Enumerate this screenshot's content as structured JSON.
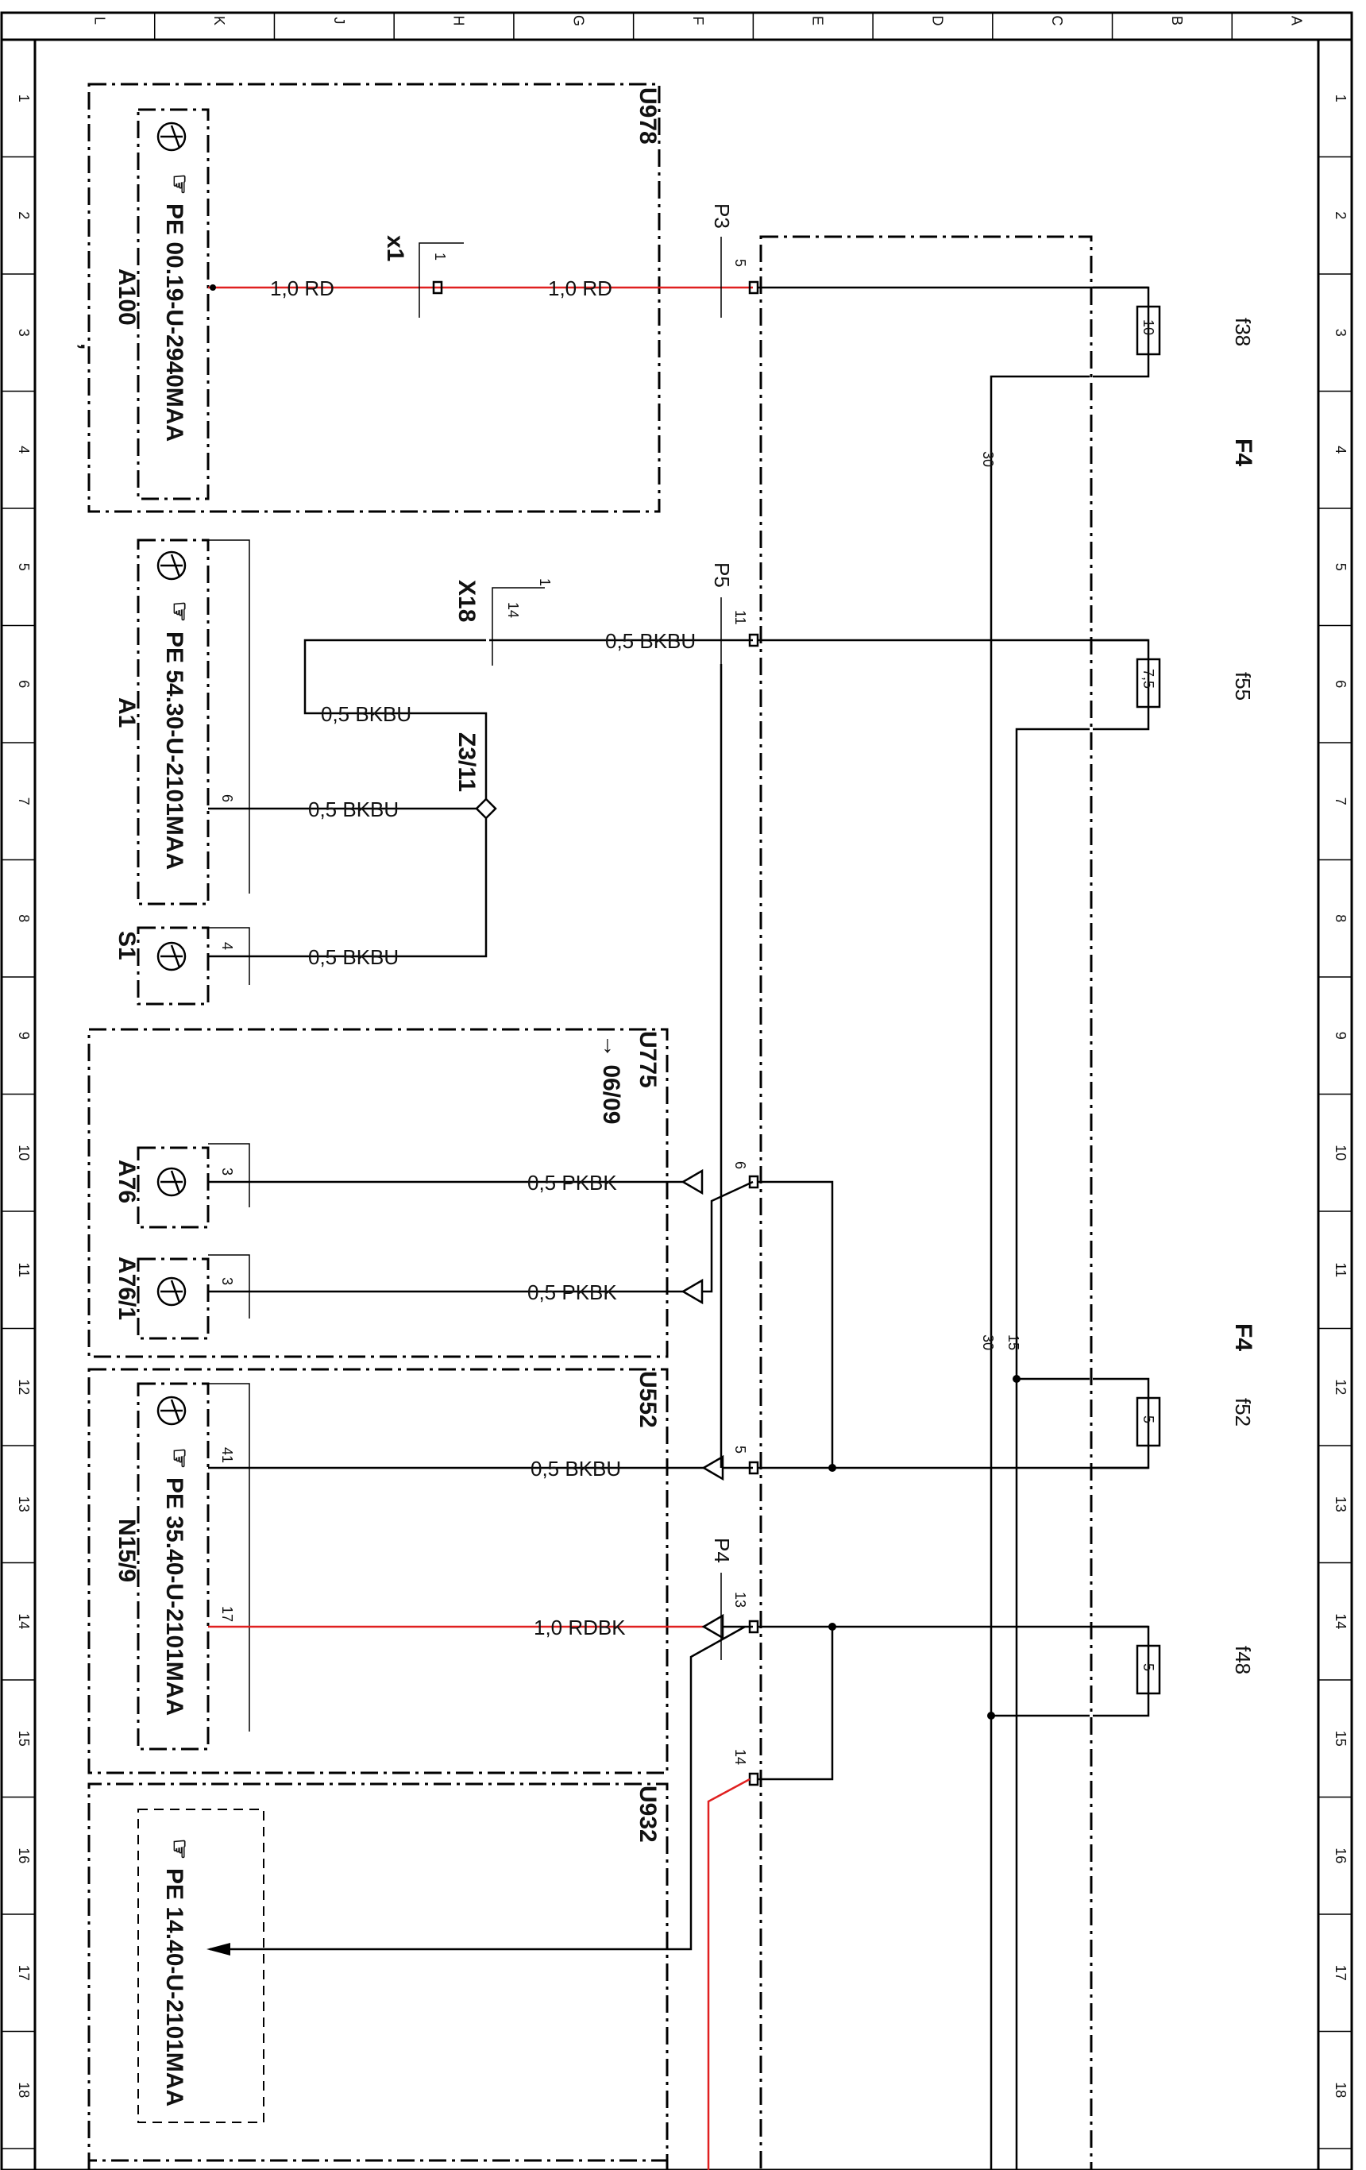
{
  "grid": {
    "top_letters": [
      "L",
      "K",
      "J",
      "H",
      "G",
      "F",
      "E",
      "D",
      "C",
      "B",
      "A"
    ],
    "side_numbers": [
      "1",
      "2",
      "3",
      "4",
      "5",
      "6",
      "7",
      "8",
      "9",
      "10",
      "11",
      "12",
      "13",
      "14",
      "15",
      "16",
      "17",
      "18"
    ]
  },
  "modules": {
    "u978": "U978",
    "u775": "U775",
    "u775_ref": "→ 06/09",
    "u552": "U552",
    "u932": "U932"
  },
  "components": {
    "a100": {
      "ref": "A100",
      "doc": "PE 00.19-U-2940MAA",
      "extra": ","
    },
    "a1": {
      "ref": "A1",
      "doc": "PE 54.30-U-2101MAA"
    },
    "s1": {
      "ref": "S1"
    },
    "a76": {
      "ref": "A76"
    },
    "a76_1": {
      "ref": "A76/1"
    },
    "n15_9": {
      "ref": "N15/9",
      "doc": "PE 35.40-U-2101MAA"
    },
    "u932_box": {
      "doc": "PE 14.40-U-2101MAA"
    }
  },
  "connectors": {
    "x1": "x1",
    "x1_pin": "1",
    "x18": "X18",
    "x18_pin": "14",
    "x18_top": "1",
    "z3_11": "Z3/11",
    "p3": "P3",
    "p5": "P5",
    "p4": "P4"
  },
  "pins": {
    "p3_5": "5",
    "p5_11": "11",
    "e_6": "6",
    "e_5": "5",
    "p4_13": "13",
    "p4_14": "14",
    "a1_6": "6",
    "s1_4": "4",
    "a76_3": "3",
    "a76_1_3": "3",
    "n15_41": "41",
    "n15_17": "17"
  },
  "wires": {
    "w1": "1,0 RD",
    "w2": "1,0 RD",
    "w3": "0,5 BKBU",
    "w4": "0,5 BKBU",
    "w5": "0,5 BKBU",
    "w6": "0,5 BKBU",
    "w7": "0,5 PKBK",
    "w8": "0,5 PKBK",
    "w9": "0,5 BKBU",
    "w10": "1,0 RDBK"
  },
  "fuses": {
    "group1": "F4",
    "group2": "F4",
    "f38": "f38",
    "f38_val": "10",
    "f55": "f55",
    "f55_val": "7,5",
    "f52": "f52",
    "f52_val": "5",
    "f48": "f48",
    "f48_val": "5"
  },
  "rails": {
    "r30_top": "30",
    "r30_bot": "30",
    "r15": "15"
  },
  "colors": {
    "red": "#e02020",
    "blue": "#1a2ee0",
    "pink": "#f08ab0",
    "black": "#000000"
  }
}
